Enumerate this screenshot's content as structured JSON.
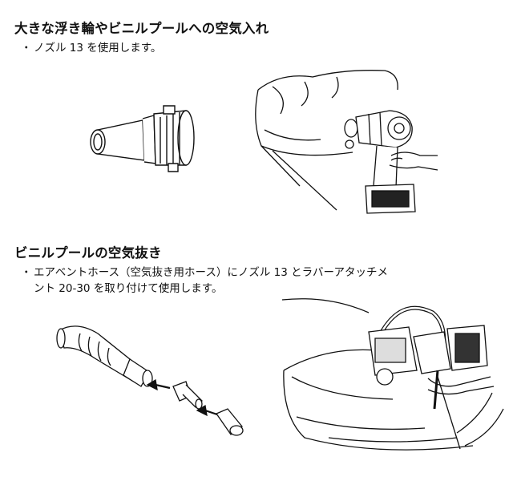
{
  "section1": {
    "title": "大きな浮き輪やビニルプールへの空気入れ",
    "bullet_mark": "・",
    "bullet_text": "ノズル 13 を使用します。"
  },
  "section2": {
    "title": "ビニルプールの空気抜き",
    "bullet_mark": "・",
    "bullet_line1": "エアベントホース（空気抜き用ホース）にノズル 13 とラバーアタッチメ",
    "bullet_line2": "ント 20-30 を取り付けて使用します。"
  }
}
